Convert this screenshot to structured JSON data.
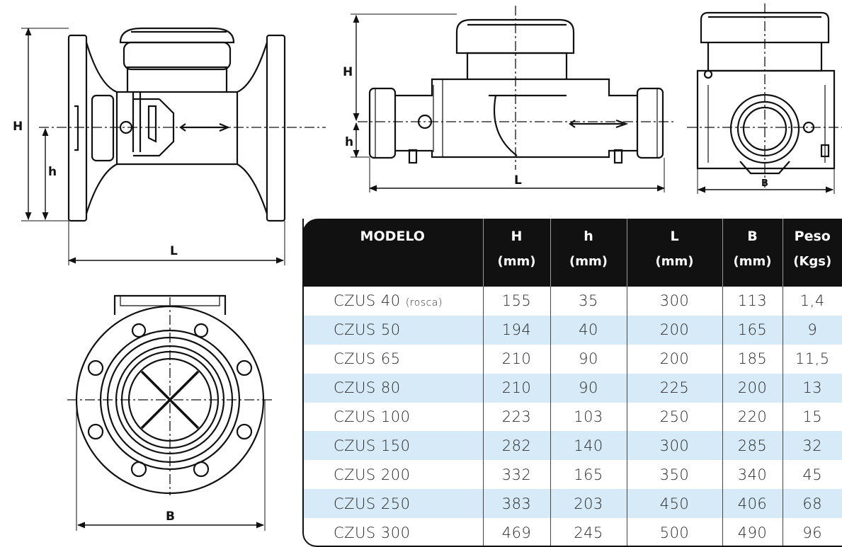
{
  "dimension_labels": {
    "side_view": {
      "H": "H",
      "h": "h",
      "L": "L"
    },
    "threaded_view": {
      "H": "H",
      "h": "h",
      "L": "L"
    },
    "threaded_end_view": {
      "B": "B"
    },
    "flange_view": {
      "B": "B"
    }
  },
  "table": {
    "headers": [
      {
        "name": "MODELO",
        "unit": ""
      },
      {
        "name": "H",
        "unit": "(mm)"
      },
      {
        "name": "h",
        "unit": "(mm)"
      },
      {
        "name": "L",
        "unit": "(mm)"
      },
      {
        "name": "B",
        "unit": "(mm)"
      },
      {
        "name": "Peso",
        "unit": "(Kgs)"
      }
    ],
    "rows": [
      {
        "model": "CZUS 40",
        "note": "(rosca)",
        "H": "155",
        "h": "35",
        "L": "300",
        "B": "113",
        "peso": "1,4"
      },
      {
        "model": "CZUS 50",
        "note": "",
        "H": "194",
        "h": "40",
        "L": "200",
        "B": "165",
        "peso": "9"
      },
      {
        "model": "CZUS 65",
        "note": "",
        "H": "210",
        "h": "90",
        "L": "200",
        "B": "185",
        "peso": "11,5"
      },
      {
        "model": "CZUS 80",
        "note": "",
        "H": "210",
        "h": "90",
        "L": "225",
        "B": "200",
        "peso": "13"
      },
      {
        "model": "CZUS 100",
        "note": "",
        "H": "223",
        "h": "103",
        "L": "250",
        "B": "220",
        "peso": "15"
      },
      {
        "model": "CZUS 150",
        "note": "",
        "H": "282",
        "h": "140",
        "L": "300",
        "B": "285",
        "peso": "32"
      },
      {
        "model": "CZUS 200",
        "note": "",
        "H": "332",
        "h": "165",
        "L": "350",
        "B": "340",
        "peso": "45"
      },
      {
        "model": "CZUS 250",
        "note": "",
        "H": "383",
        "h": "203",
        "L": "450",
        "B": "406",
        "peso": "68"
      },
      {
        "model": "CZUS 300",
        "note": "",
        "H": "469",
        "h": "245",
        "L": "500",
        "B": "490",
        "peso": "96"
      }
    ]
  },
  "colors": {
    "header_bg": "#111111",
    "header_text": "#ffffff",
    "alt_row": "#d6ebf7",
    "line": "#111111"
  }
}
